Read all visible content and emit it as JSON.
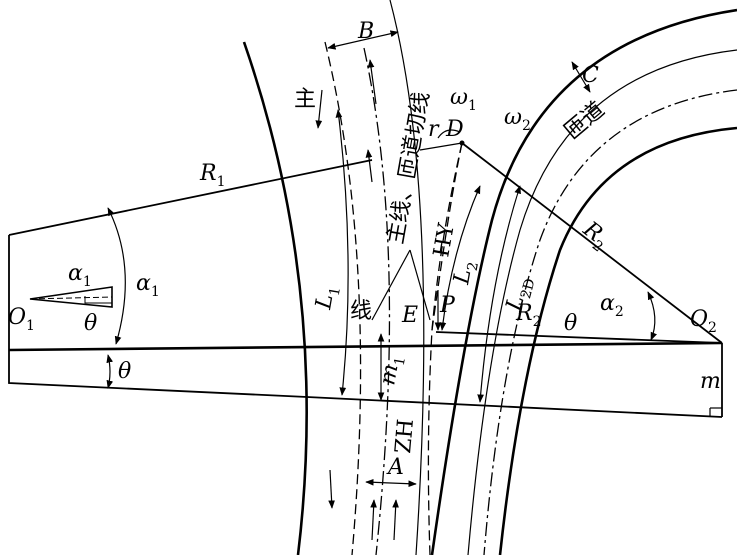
{
  "labels": {
    "B": "B",
    "zhu": "主",
    "tangent": "主线、匝道切线",
    "omega1": "ω",
    "omega1_sub": "1",
    "omega2": "ω",
    "omega2_sub": "2",
    "C": "C",
    "rampLabel": "匝道",
    "r": "r",
    "D": "D",
    "R1": "R",
    "R1_sub": "1",
    "R2top": "R",
    "R2top_sub": "2",
    "HY": "HY",
    "L2": "L",
    "L2_sub": "2",
    "alpha1a": "α",
    "alpha1a_sub": "1",
    "alpha1b": "α",
    "alpha1b_sub": "1",
    "O1": "O",
    "O1_sub": "1",
    "theta1": "θ",
    "L1": "L",
    "L1_sub": "1",
    "xian": "线",
    "E": "E",
    "P": "P",
    "L2D": "L",
    "L2D_sub": "2D",
    "R2mid": "R",
    "R2mid_sub": "2",
    "theta2": "θ",
    "alpha2": "α",
    "alpha2_sub": "2",
    "O2": "O",
    "O2_sub": "2",
    "theta3": "θ",
    "m1": "m",
    "m1_sub": "1",
    "m": "m",
    "ZH": "ZH",
    "A": "A"
  }
}
